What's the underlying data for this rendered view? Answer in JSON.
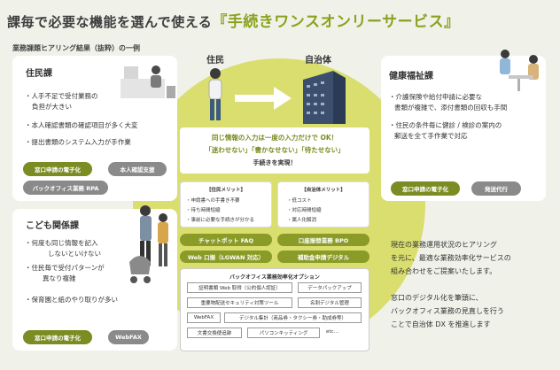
{
  "header": {
    "title_pre": "課毎で必要な機能を選んで使える",
    "title_hl": "『手続きワンスオンリーサービス』",
    "subtitle": "業務課題ヒアリング結果（抜粋）の一例"
  },
  "flow": {
    "left": "住民",
    "right": "自治体"
  },
  "juumin": {
    "title": "住民課",
    "items": [
      "・人手不足で受付業務の",
      "負担が大きい",
      "・本人確認書類の確認項目が多く大変",
      "・提出書類のシステム入力が手作業"
    ],
    "tags": [
      "窓口申請の電子化",
      "本人確認支援",
      "バックオフィス業務 RPA"
    ]
  },
  "kodomo": {
    "title": "こども関係課",
    "items": [
      "・何度も同じ情報を記入",
      "しないといけない",
      "・住民毎で受付パターンが",
      "異なり複雑",
      "・保育園と紙のやり取りが多い"
    ],
    "tags": [
      "窓口申請の電子化",
      "WebFAX"
    ]
  },
  "kenko": {
    "title": "健康福祉課",
    "items": [
      "・介護保険や給付申請に必要な",
      "書類が複雑で、添付書類の回収も手間",
      "・住民の条件毎に健診 / 検診の案内の",
      "郵送を全て手作業で対応"
    ],
    "tags": [
      "窓口申請の電子化",
      "発送代行"
    ]
  },
  "center": {
    "line1": "同じ情報の入力は一度の入力だけで OK！",
    "line2": "「迷わせない」「書かなせない」「待たせない」",
    "line3": "手続きを実現！",
    "resident_title": "【住民メリット】",
    "resident_items": [
      "・申請書への手書き不要",
      "・待ち時間短縮",
      "・事前に必要な手続きが分かる"
    ],
    "gov_title": "【自治体メリット】",
    "gov_items": [
      "・低コスト",
      "・対応時間短縮",
      "・属人化解消"
    ],
    "chips": [
      "チャットボット FAQ",
      "口座振替業務 BPO",
      "Web 口振（LGWAN 対応）",
      "補助金申請デジタル"
    ],
    "bo_title": "バックオフィス業務効率化オプション",
    "bo_items": [
      "証明書類 Web 取得（公的個人認証）",
      "データパックアップ",
      "重要物配送セキュリティ対策ツール",
      "名刺デジタル管理",
      "WebFAX",
      "デジタル集計（商品券・タクシー券・助成券等）",
      "文書交換便追跡",
      "パソコンキッティング",
      "etc…"
    ]
  },
  "right_desc": {
    "p1": [
      "現在の業務運用状況のヒアリング",
      "を元に、最適な業務効率化サービスの",
      "組み合わせをご提案いたします。"
    ],
    "p2": [
      "窓口のデジタル化を筆頭に、",
      "バックオフィス業務の見直しを行う",
      "ことで自治体 DX を推進します"
    ]
  },
  "colors": {
    "accent": "#8aa21f",
    "circle": "#d9de6e",
    "chip": "#8b9b27"
  }
}
